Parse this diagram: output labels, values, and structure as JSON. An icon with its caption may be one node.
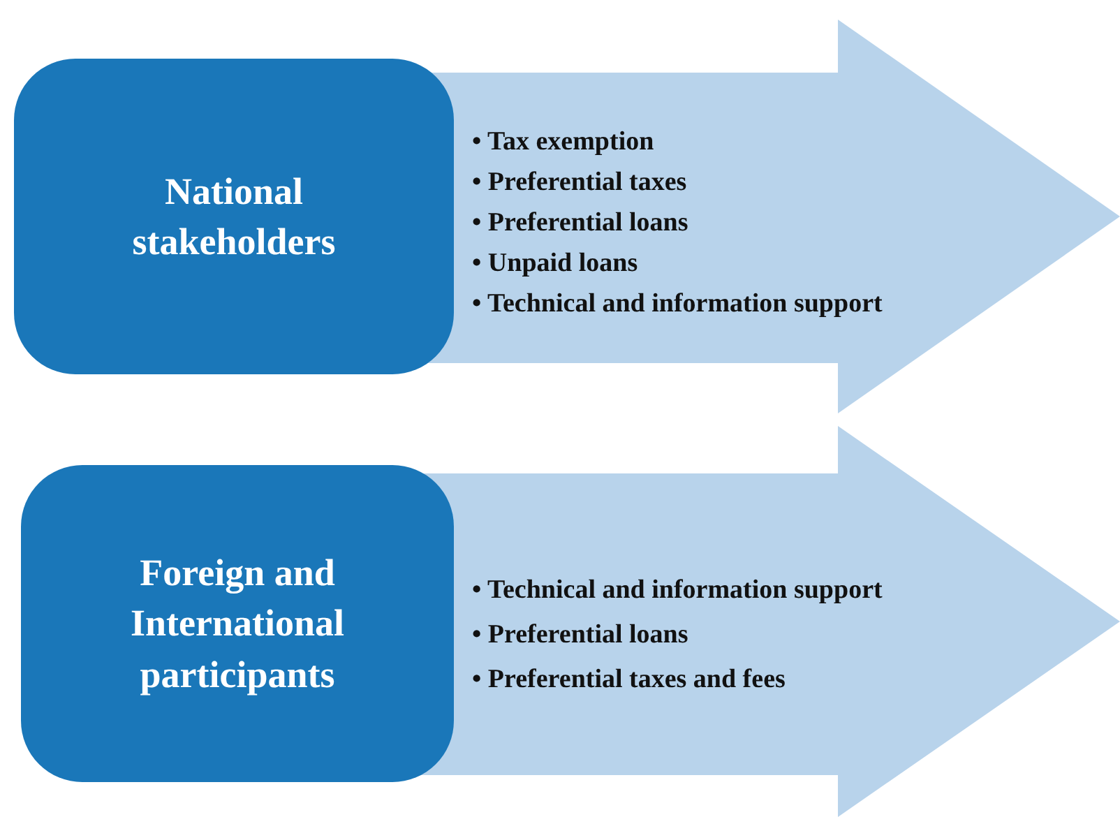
{
  "diagram": {
    "nodes": [
      {
        "text": [
          "National stakeholders"
        ]
      },
      {
        "text": [
          "• Tax exemption",
          "• Preferential taxes",
          "• Preferential loans",
          "• Unpaid loans",
          "• Technical and information support"
        ]
      },
      {
        "text": [
          "Foreign and International participants"
        ]
      },
      {
        "text": [
          "• Technical and information support",
          "• Preferential loans",
          "• Preferential taxes and fees"
        ]
      }
    ]
  }
}
